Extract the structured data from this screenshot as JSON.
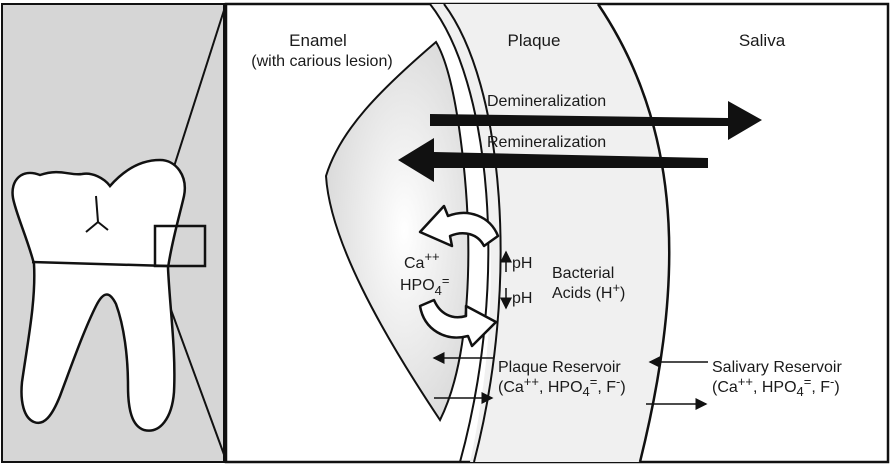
{
  "regions": {
    "enamel": "Enamel",
    "enamel_note": "(with carious lesion)",
    "plaque": "Plaque",
    "saliva": "Saliva"
  },
  "processes": {
    "demineralization": "Demineralization",
    "remineralization": "Remineralization"
  },
  "ions": {
    "ca": "Ca",
    "ca_charge": "++",
    "hpo": "HPO",
    "hpo_sub": "4",
    "hpo_charge": "="
  },
  "ph": {
    "up": "pH",
    "down": "pH"
  },
  "acids": {
    "line1": "Bacterial",
    "line2": "Acids (H",
    "line2_sup": "+",
    "line2_end": ")"
  },
  "plaque_reservoir": {
    "title": "Plaque Reservoir",
    "l_open": "(Ca",
    "l_ca_sup": "++",
    "l_mid": ", HPO",
    "l_sub": "4",
    "l_hpo_sup": "=",
    "l_f": ", F",
    "l_f_sup": "-",
    "l_close": ")"
  },
  "salivary_reservoir": {
    "title": "Salivary Reservoir",
    "l_open": "(Ca",
    "l_ca_sup": "++",
    "l_mid": ", HPO",
    "l_sub": "4",
    "l_hpo_sup": "=",
    "l_f": ", F",
    "l_f_sup": "-",
    "l_close": ")"
  },
  "colors": {
    "left_panel": "#d6d6d6",
    "lesion": "#e4e4e4",
    "plaque_band": "#eeeeee",
    "ink": "#111111"
  }
}
